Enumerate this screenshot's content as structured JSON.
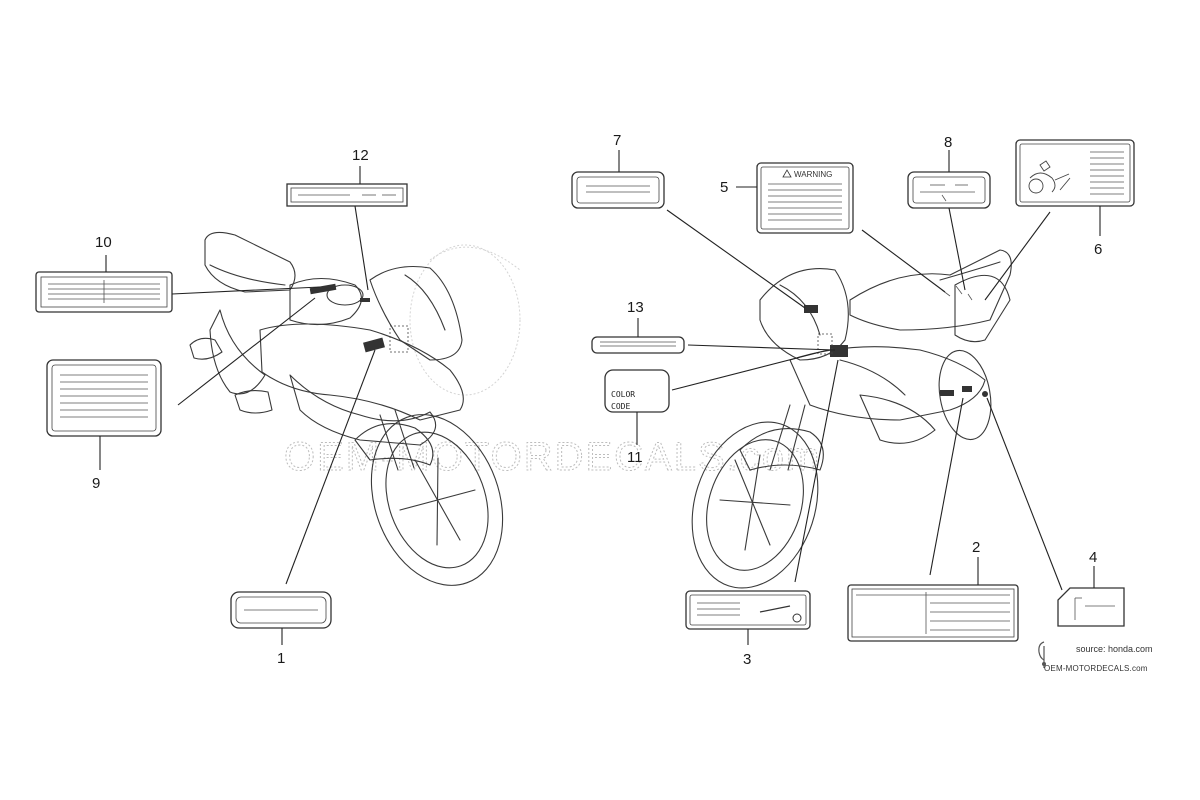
{
  "callouts": {
    "c1": "1",
    "c2": "2",
    "c3": "3",
    "c4": "4",
    "c5": "5",
    "c6": "6",
    "c7": "7",
    "c8": "8",
    "c9": "9",
    "c10": "10",
    "c11": "11",
    "c12": "12",
    "c13": "13"
  },
  "labels": {
    "warning_title": "WARNING",
    "color_code_line1": "COLOR",
    "color_code_line2": "CODE"
  },
  "watermark": "OEM-MOTORDECALS.com",
  "credit": {
    "source": "source: honda.com",
    "brand": "OEM-MOTORDECALS.com"
  }
}
